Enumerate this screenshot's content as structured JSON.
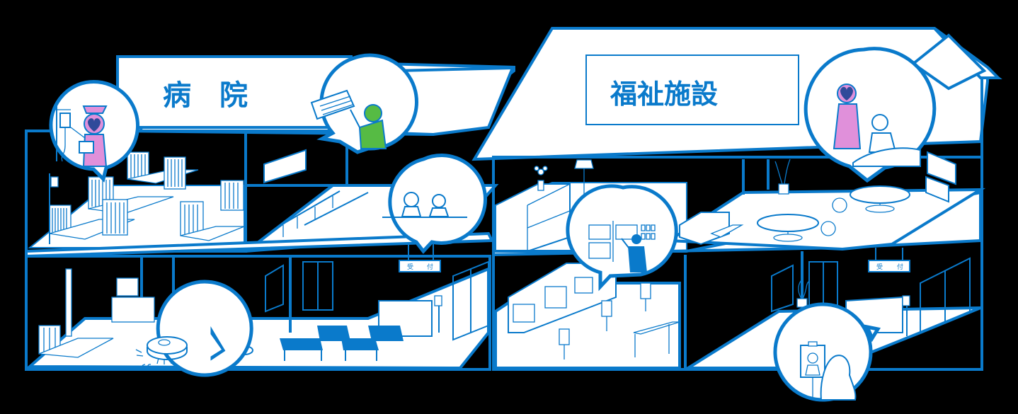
{
  "colors": {
    "background": "#000000",
    "line": "#0a7acb",
    "fill": "#ffffff",
    "caregiver_robot": "#e090da",
    "worker": "#56bb44"
  },
  "hospital": {
    "title": "病　院",
    "reception_sign": {
      "left": "受",
      "right": "付"
    },
    "bubbles": [
      {
        "name": "nurse-robot-bubble",
        "scene": "Nurse robot holding clipboard next to IV drip stand"
      },
      {
        "name": "aircon-cleaning-bubble",
        "scene": "Worker cleaning air conditioner"
      },
      {
        "name": "reception-bubble",
        "scene": "Two receptionists at counter"
      },
      {
        "name": "robot-vacuum-bubble",
        "scene": "Robot vacuum cleaner"
      }
    ]
  },
  "welfare": {
    "title": "福祉施設",
    "reception_sign": {
      "left": "受",
      "right": "付"
    },
    "bubbles": [
      {
        "name": "caregiver-robot-bubble",
        "scene": "Caregiver robot assisting elderly person in bed"
      },
      {
        "name": "shelf-stocking-bubble",
        "scene": "Worker organizing shelves"
      },
      {
        "name": "telepresence-bubble",
        "scene": "Telepresence robot with remote receptionist"
      }
    ]
  }
}
